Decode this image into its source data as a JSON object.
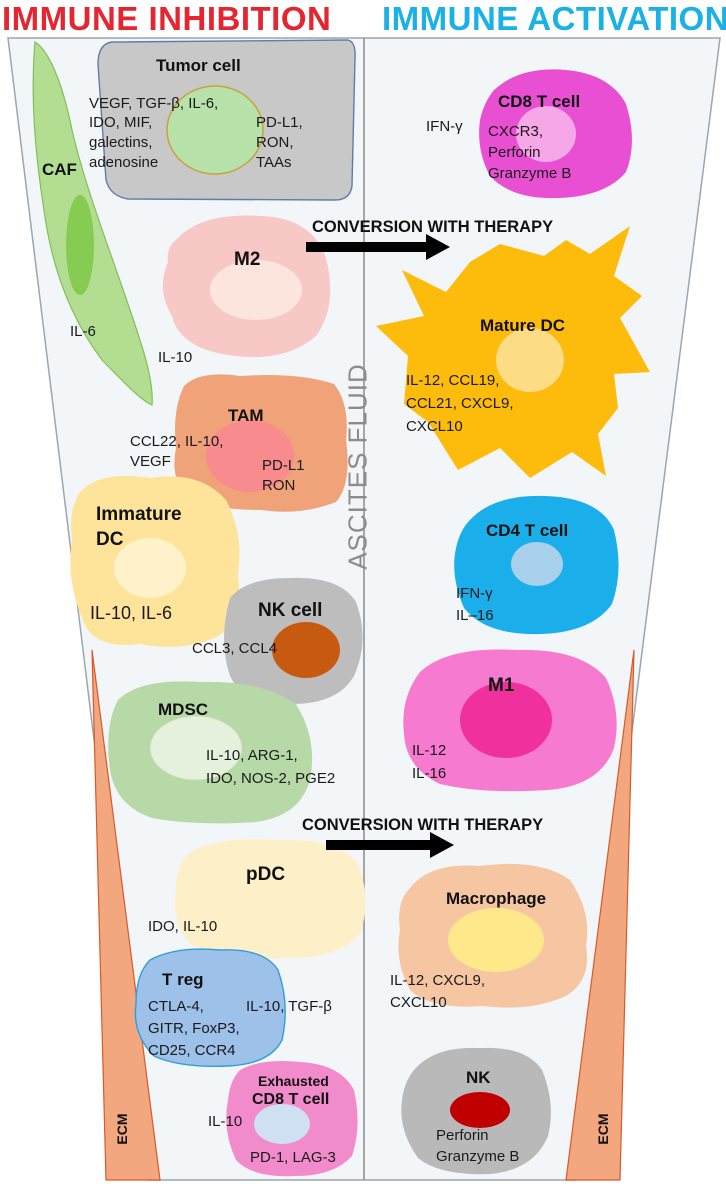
{
  "headings": {
    "left": "IMMUNE INHIBITION",
    "right": "IMMUNE ACTIVATION"
  },
  "center_label": "ASCITES FLUID",
  "ecm_label": "ECM",
  "conversion_label": "CONVERSION WITH THERAPY",
  "inhibition": {
    "tumor_cell": {
      "name": "Tumor cell",
      "secreted": [
        "VEGF, TGF-β, IL-6,",
        "IDO, MIF,",
        "galectins,",
        "adenosine"
      ],
      "surface": [
        "PD-L1,",
        "RON,",
        "TAAs"
      ]
    },
    "caf": {
      "name": "CAF",
      "factors": "IL-6"
    },
    "m2": {
      "name": "M2",
      "factors": "IL-10"
    },
    "tam": {
      "name": "TAM",
      "secreted": [
        "CCL22, IL-10,",
        "VEGF"
      ],
      "surface": [
        "PD-L1",
        "RON"
      ]
    },
    "immature_dc": {
      "name": [
        "Immature",
        "DC"
      ],
      "factors": "IL-10, IL-6"
    },
    "nk_cell": {
      "name": "NK cell",
      "factors": "CCL3, CCL4"
    },
    "mdsc": {
      "name": "MDSC",
      "factors": [
        "IL-10, ARG-1,",
        "IDO, NOS-2, PGE2"
      ]
    },
    "pdc": {
      "name": "pDC",
      "factors": "IDO, IL-10"
    },
    "treg": {
      "name": "T reg",
      "surface": [
        "CTLA-4,",
        "GITR, FoxP3,",
        "CD25, CCR4"
      ],
      "secreted": "IL-10, TGF-β"
    },
    "exhausted_cd8": {
      "name": [
        "Exhausted",
        "CD8 T cell"
      ],
      "secreted": "IL-10",
      "surface": "PD-1, LAG-3"
    }
  },
  "activation": {
    "cd8_t_cell": {
      "name": "CD8 T cell",
      "secreted": "IFN-γ",
      "surface": [
        "CXCR3,",
        "Perforin",
        "Granzyme B"
      ]
    },
    "mature_dc": {
      "name": "Mature DC",
      "factors": [
        "IL-12, CCL19,",
        "CCL21, CXCL9,",
        "CXCL10"
      ]
    },
    "cd4_t_cell": {
      "name": "CD4 T cell",
      "factors": [
        "IFN-γ",
        "IL–16"
      ]
    },
    "m1": {
      "name": "M1",
      "factors": [
        "IL-12",
        "IL-16"
      ]
    },
    "macrophage": {
      "name": "Macrophage",
      "factors": [
        "IL-12, CXCL9,",
        "CXCL10"
      ]
    },
    "nk": {
      "name": "NK",
      "factors": [
        "Perforin",
        "Granzyme B"
      ]
    }
  },
  "colors": {
    "inhibition_heading": "#e3262f",
    "activation_heading": "#1ab1e6",
    "funnel_fill": "#f3f6f9",
    "ecm_fill": "#f2a77f",
    "tumor": "#c8c8c8",
    "caf": "#b3de92",
    "m2": "#f8c8c6",
    "tam": "#f0a379",
    "immature_dc": "#fde49a",
    "nk": "#bdbdbd",
    "mdsc": "#b6d9a7",
    "pdc": "#fdf0c8",
    "treg": "#9dc1e8",
    "exhausted_cd8": "#f28bcc",
    "cd8": "#e84fd3",
    "mature_dc": "#fdbb0c",
    "cd4": "#1aaeea",
    "m1": "#f57ad0",
    "macrophage": "#f5c6a1",
    "nk_active": "#b9b9b9"
  }
}
